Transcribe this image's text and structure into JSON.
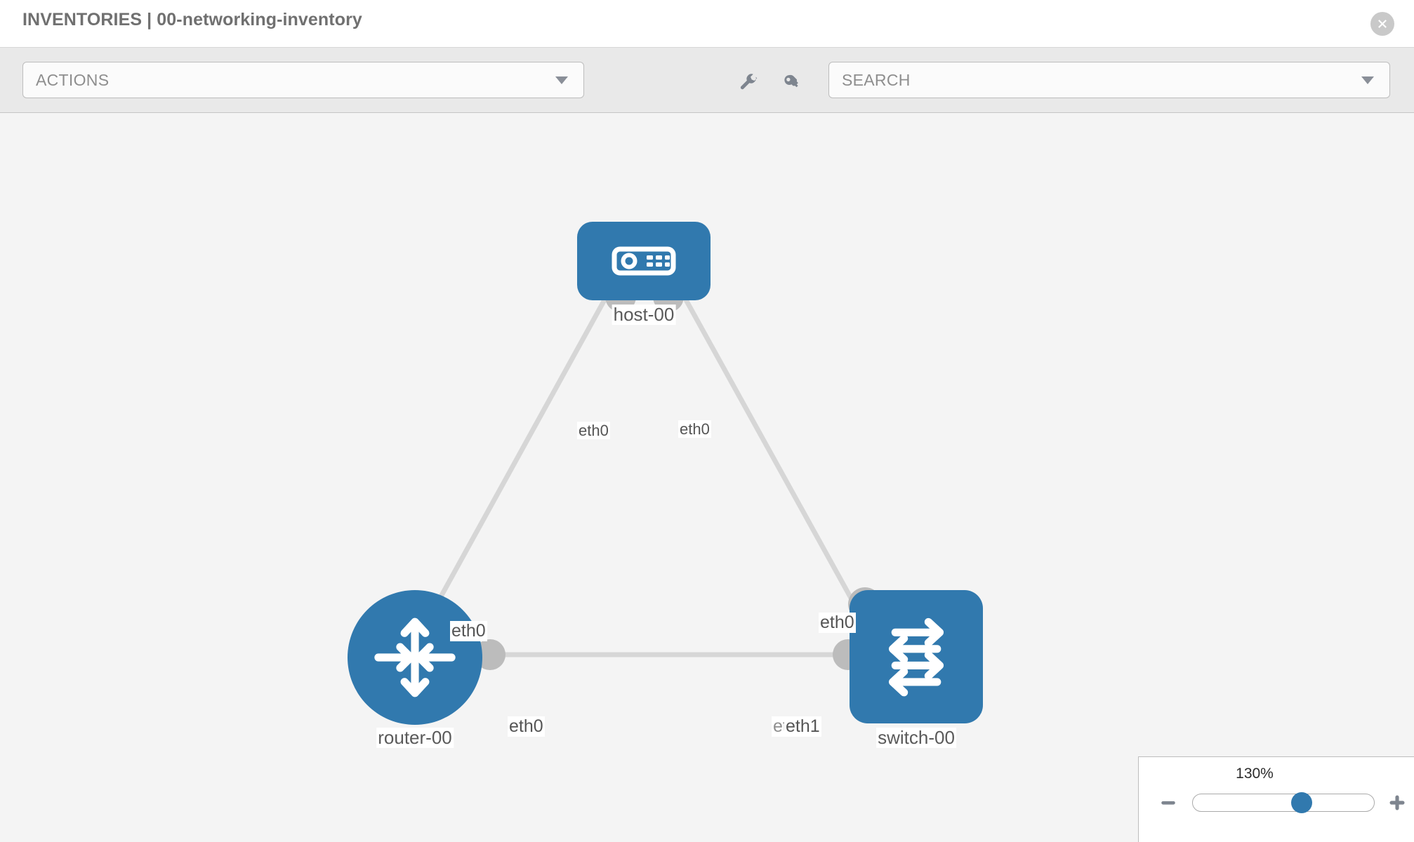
{
  "header": {
    "title": "INVENTORIES | 00-networking-inventory",
    "close_icon": "close-circle-icon"
  },
  "toolbar": {
    "actions_label": "ACTIONS",
    "actions_caret_icon": "chevron-down-icon",
    "search_placeholder": "SEARCH",
    "search_caret_icon": "chevron-down-icon",
    "wrench_icon": "wrench-icon",
    "key_icon": "key-icon"
  },
  "topology": {
    "accent_color": "#3179ae",
    "connector_color": "#bcbcbc",
    "link_color": "#d6d6d6",
    "canvas_color": "#f4f4f4",
    "nodes": [
      {
        "id": "host-00",
        "label": "host-00",
        "icon": "server-icon",
        "shape": "rounded-rect"
      },
      {
        "id": "router-00",
        "label": "router-00",
        "icon": "router-arrows-icon",
        "shape": "circle"
      },
      {
        "id": "switch-00",
        "label": "switch-00",
        "icon": "switch-arrows-icon",
        "shape": "rounded-square"
      }
    ],
    "links": [
      {
        "from": "host-00",
        "to": "router-00",
        "from_interface": "eth0",
        "to_interface": "eth0"
      },
      {
        "from": "host-00",
        "to": "switch-00",
        "from_interface": "eth0",
        "to_interface": "eth0"
      },
      {
        "from": "router-00",
        "to": "switch-00",
        "from_interface": "eth0",
        "to_interface": "eth1"
      }
    ],
    "edge_labels": {
      "host_left": "eth0",
      "host_right": "eth0",
      "router_up": "eth0",
      "switch_up": "eth0",
      "router_right": "eth0",
      "switch_left_under": "eth0",
      "switch_left": "eth1"
    }
  },
  "zoom": {
    "value_label": "130%",
    "minus_label": "minus-icon",
    "plus_label": "plus-icon",
    "slider_percent": 60
  }
}
